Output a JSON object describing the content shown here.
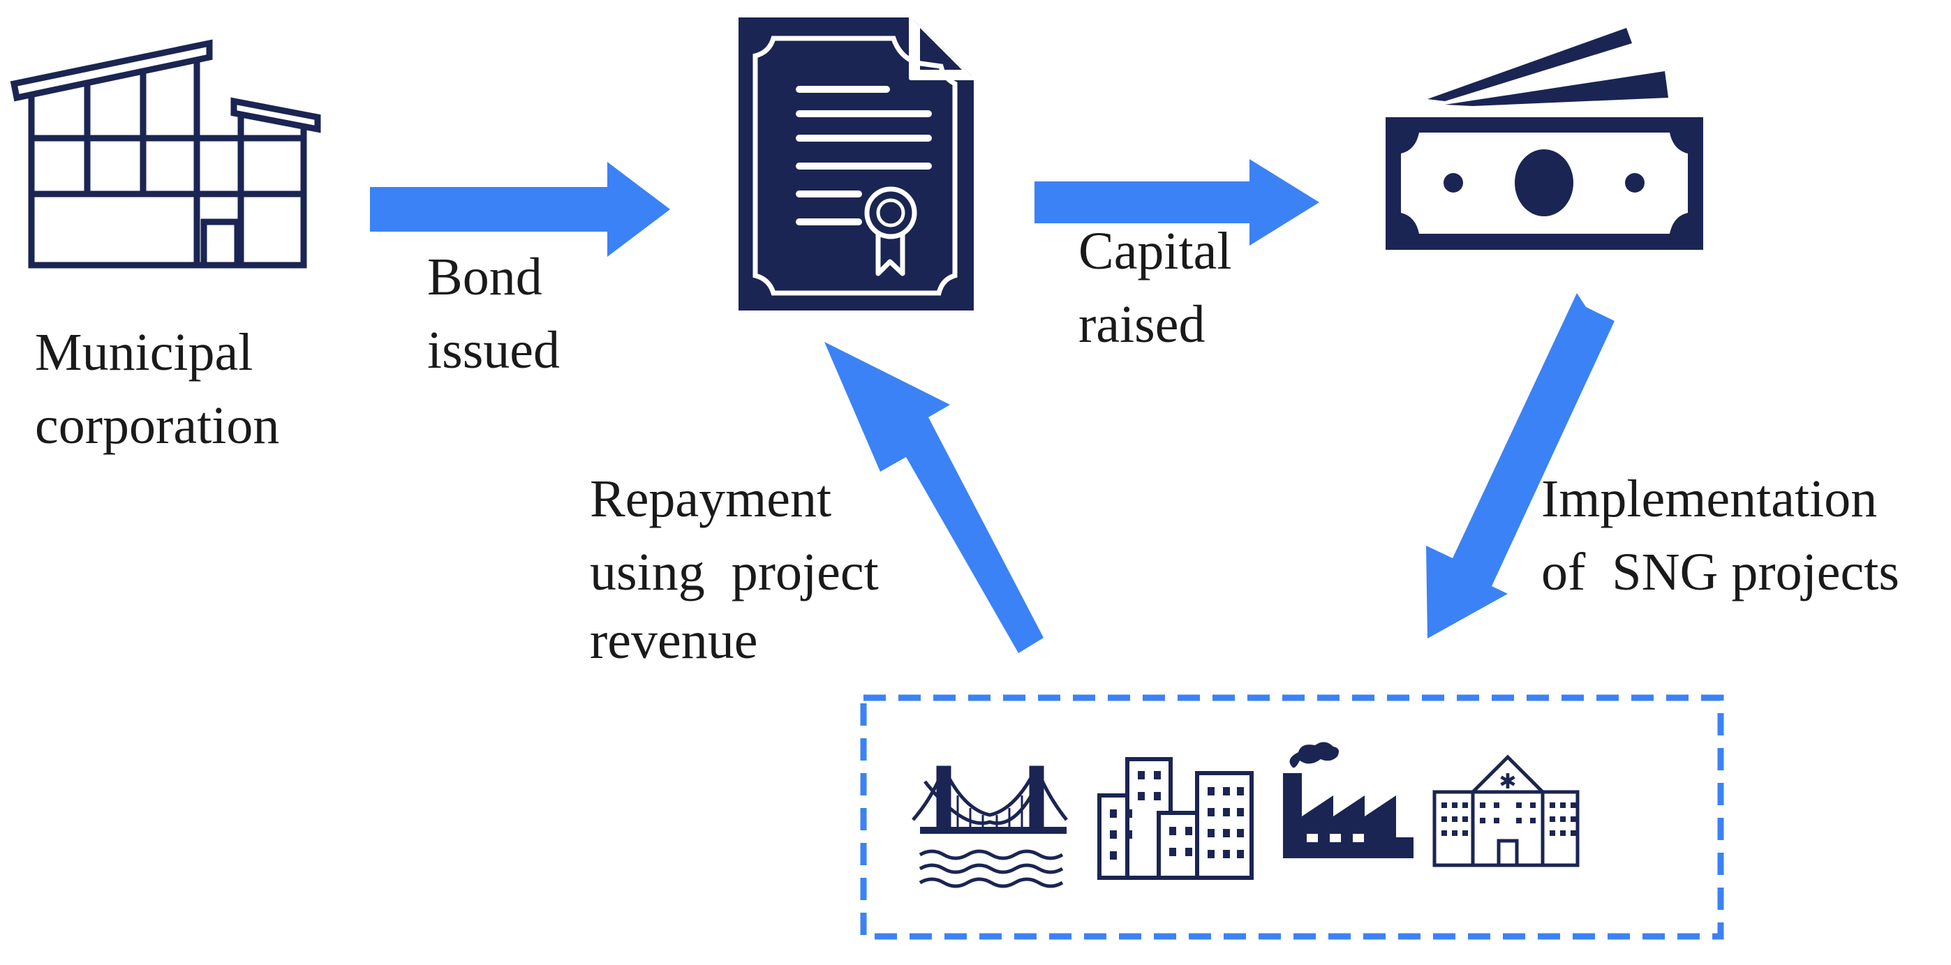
{
  "colors": {
    "navy": "#1b2553",
    "arrow_blue": "#3b82f6",
    "text": "#1a1a1a",
    "background": "#ffffff"
  },
  "nodes": {
    "municipal": {
      "icon": "municipal-building-icon",
      "label_line1": "Municipal",
      "label_line2": "corporation"
    },
    "bond": {
      "icon": "bond-certificate-icon"
    },
    "capital": {
      "icon": "banknotes-icon"
    },
    "projects": {
      "icons": [
        "suspension-bridge-icon",
        "city-buildings-icon",
        "factory-icon",
        "hospital-icon"
      ]
    }
  },
  "edges": {
    "bond_issued": {
      "from": "municipal",
      "to": "bond",
      "label_line1": "Bond",
      "label_line2": "issued"
    },
    "capital_raised": {
      "from": "bond",
      "to": "capital",
      "label_line1": "Capital",
      "label_line2": "raised"
    },
    "implementation": {
      "from": "capital",
      "to": "projects",
      "label_line1": "Implementation",
      "label_line2": "of  SNG projects"
    },
    "repayment": {
      "from": "projects",
      "to": "bond",
      "label_line1": "Repayment",
      "label_line2": "using  project",
      "label_line3": "revenue"
    }
  }
}
